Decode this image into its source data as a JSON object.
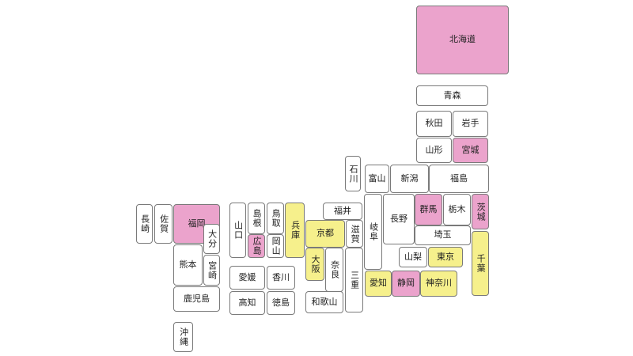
{
  "colors": {
    "pink": "#eba3cc",
    "yellow": "#f6f08c",
    "default": "#ffffff",
    "border": "#7a7a7a"
  },
  "prefectures": [
    {
      "id": "hokkaido",
      "name": "北海道",
      "color": "pink"
    },
    {
      "id": "aomori",
      "name": "青森",
      "color": "default"
    },
    {
      "id": "akita",
      "name": "秋田",
      "color": "default"
    },
    {
      "id": "iwate",
      "name": "岩手",
      "color": "default"
    },
    {
      "id": "yamagata",
      "name": "山形",
      "color": "default"
    },
    {
      "id": "miyagi",
      "name": "宮城",
      "color": "pink"
    },
    {
      "id": "ishikawa",
      "name": "石川",
      "color": "default"
    },
    {
      "id": "toyama",
      "name": "富山",
      "color": "default"
    },
    {
      "id": "niigata",
      "name": "新潟",
      "color": "default"
    },
    {
      "id": "fukushima",
      "name": "福島",
      "color": "default"
    },
    {
      "id": "nagasaki",
      "name": "長崎",
      "color": "default"
    },
    {
      "id": "saga",
      "name": "佐賀",
      "color": "default"
    },
    {
      "id": "fukuoka",
      "name": "福岡",
      "color": "pink"
    },
    {
      "id": "yamaguchi",
      "name": "山口",
      "color": "default"
    },
    {
      "id": "shimane",
      "name": "島根",
      "color": "default"
    },
    {
      "id": "tottori",
      "name": "鳥取",
      "color": "default"
    },
    {
      "id": "hyogo",
      "name": "兵庫",
      "color": "yellow"
    },
    {
      "id": "fukui",
      "name": "福井",
      "color": "default"
    },
    {
      "id": "gifu",
      "name": "岐阜",
      "color": "default"
    },
    {
      "id": "nagano",
      "name": "長野",
      "color": "default"
    },
    {
      "id": "gunma",
      "name": "群馬",
      "color": "pink"
    },
    {
      "id": "tochigi",
      "name": "栃木",
      "color": "default"
    },
    {
      "id": "ibaraki",
      "name": "茨城",
      "color": "pink"
    },
    {
      "id": "oita",
      "name": "大分",
      "color": "default"
    },
    {
      "id": "hiroshima",
      "name": "広島",
      "color": "pink"
    },
    {
      "id": "okayama",
      "name": "岡山",
      "color": "default"
    },
    {
      "id": "kyoto",
      "name": "京都",
      "color": "yellow"
    },
    {
      "id": "shiga",
      "name": "滋賀",
      "color": "default"
    },
    {
      "id": "saitama",
      "name": "埼玉",
      "color": "default"
    },
    {
      "id": "kumamoto",
      "name": "熊本",
      "color": "default"
    },
    {
      "id": "miyazaki",
      "name": "宮崎",
      "color": "default"
    },
    {
      "id": "osaka",
      "name": "大阪",
      "color": "yellow"
    },
    {
      "id": "nara",
      "name": "奈良",
      "color": "default"
    },
    {
      "id": "yamanashi",
      "name": "山梨",
      "color": "default"
    },
    {
      "id": "tokyo",
      "name": "東京",
      "color": "yellow"
    },
    {
      "id": "chiba",
      "name": "千葉",
      "color": "yellow"
    },
    {
      "id": "ehime",
      "name": "愛媛",
      "color": "default"
    },
    {
      "id": "kagawa",
      "name": "香川",
      "color": "default"
    },
    {
      "id": "mie",
      "name": "三重",
      "color": "default"
    },
    {
      "id": "aichi",
      "name": "愛知",
      "color": "yellow"
    },
    {
      "id": "shizuoka",
      "name": "静岡",
      "color": "pink"
    },
    {
      "id": "kanagawa",
      "name": "神奈川",
      "color": "yellow"
    },
    {
      "id": "kochi",
      "name": "高知",
      "color": "default"
    },
    {
      "id": "tokushima",
      "name": "徳島",
      "color": "default"
    },
    {
      "id": "wakayama",
      "name": "和歌山",
      "color": "default"
    },
    {
      "id": "kagoshima",
      "name": "鹿児島",
      "color": "default"
    },
    {
      "id": "okinawa",
      "name": "沖縄",
      "color": "default"
    }
  ]
}
